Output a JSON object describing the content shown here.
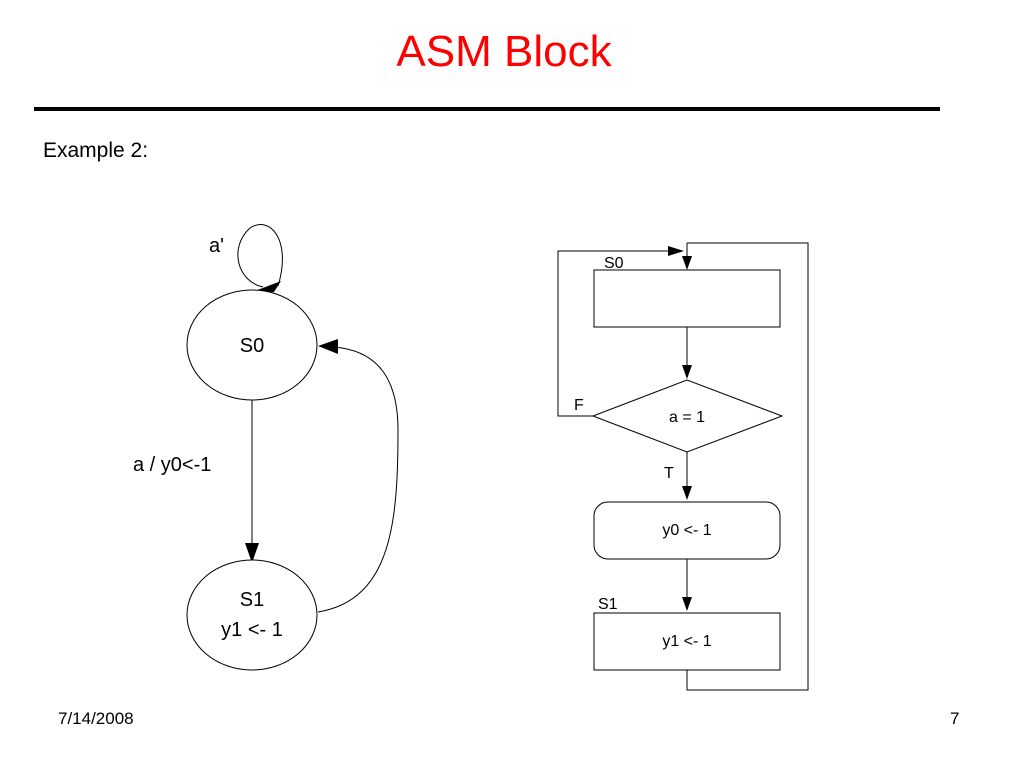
{
  "slide": {
    "title": "ASM Block",
    "subtitle": "Example 2:",
    "date": "7/14/2008",
    "page_number": "7"
  },
  "colors": {
    "title": "#ff0000",
    "line": "#000000",
    "background": "#ffffff"
  },
  "state_diagram": {
    "self_loop_label": "a'",
    "s0_label": "S0",
    "transition_label": "a / y0<-1",
    "s1_label": "S1",
    "s1_output": "y1 <- 1"
  },
  "asm_chart": {
    "s0_label": "S0",
    "decision_condition": "a = 1",
    "false_label": "F",
    "true_label": "T",
    "conditional_output": "y0 <- 1",
    "s1_label": "S1",
    "s1_output": "y1 <- 1"
  }
}
